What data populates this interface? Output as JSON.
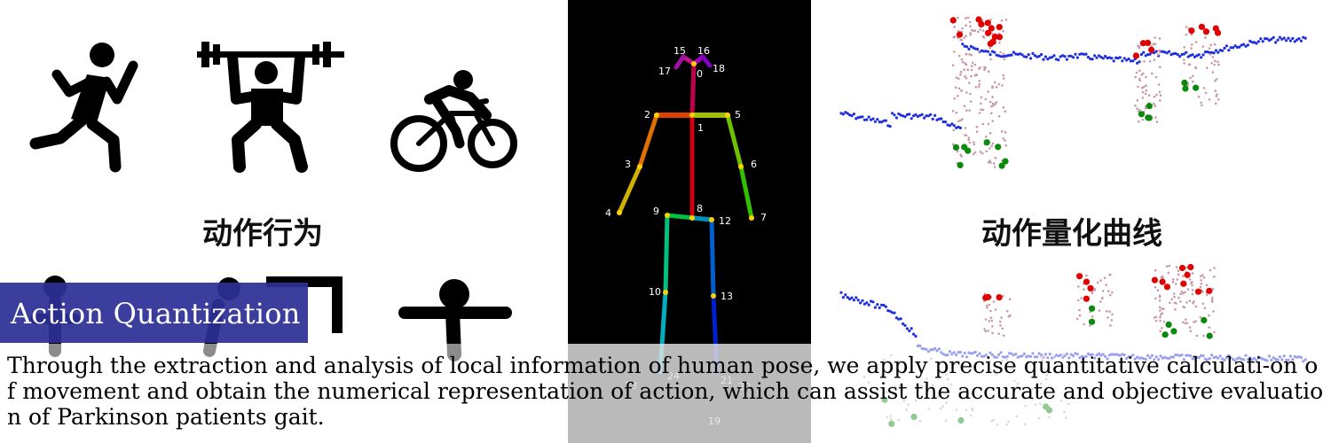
{
  "left_panel": {
    "icons": [
      "runner-icon",
      "weightlifter-icon",
      "cyclist-icon",
      "person-icon",
      "person-icon",
      "person-icon"
    ],
    "caption": "动作行为"
  },
  "skeleton": {
    "keypoint_labels": [
      "0",
      "1",
      "2",
      "3",
      "4",
      "5",
      "6",
      "7",
      "8",
      "9",
      "10",
      "12",
      "13",
      "15",
      "16",
      "17",
      "18",
      "19",
      "20",
      "21",
      "23",
      "24"
    ],
    "colors": {
      "background": "#000000"
    }
  },
  "curve_panel": {
    "caption": "动作量化曲线",
    "colors": {
      "trace": "#1f2fe0",
      "red_marker": "#e00000",
      "green_marker": "#0a8a0a",
      "pink_marker": "#c99aa6"
    }
  },
  "title": "Action Quantization",
  "description": "Through the extraction and analysis of local information of human pose, we apply precise quantitative calculati-on of movement and obtain the numerical representation of action, which can assist the accurate and objective evaluation of Parkinson patients gait.",
  "colors": {
    "title_bar": "#2c2f96"
  }
}
